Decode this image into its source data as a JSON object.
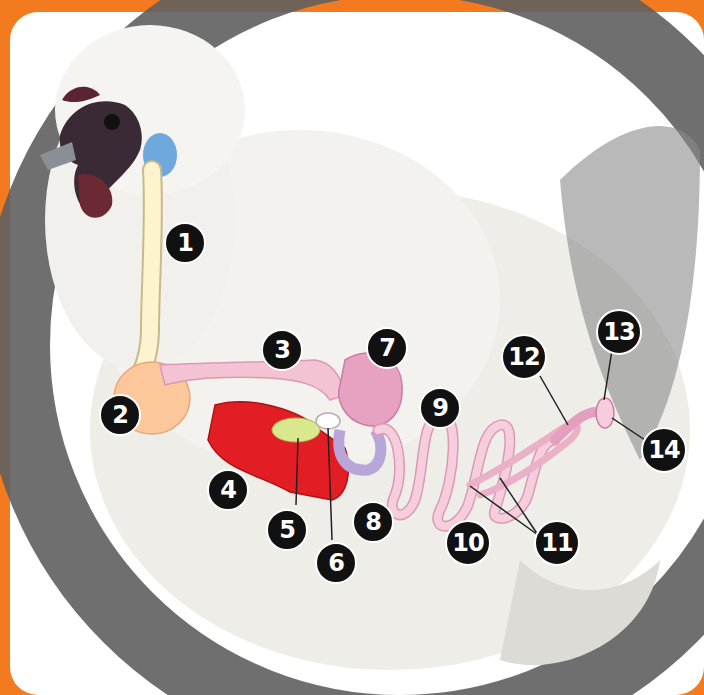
{
  "diagram": {
    "nodes": [
      {
        "text": [
          "1"
        ]
      },
      {
        "text": [
          "2"
        ]
      },
      {
        "text": [
          "3"
        ]
      },
      {
        "text": [
          "4"
        ]
      },
      {
        "text": [
          "5"
        ]
      },
      {
        "text": [
          "6"
        ]
      },
      {
        "text": [
          "7"
        ]
      },
      {
        "text": [
          "8"
        ]
      },
      {
        "text": [
          "9"
        ]
      },
      {
        "text": [
          "10"
        ]
      },
      {
        "text": [
          "11"
        ]
      },
      {
        "text": [
          "12"
        ]
      },
      {
        "text": [
          "13"
        ]
      },
      {
        "text": [
          "14"
        ]
      }
    ]
  }
}
